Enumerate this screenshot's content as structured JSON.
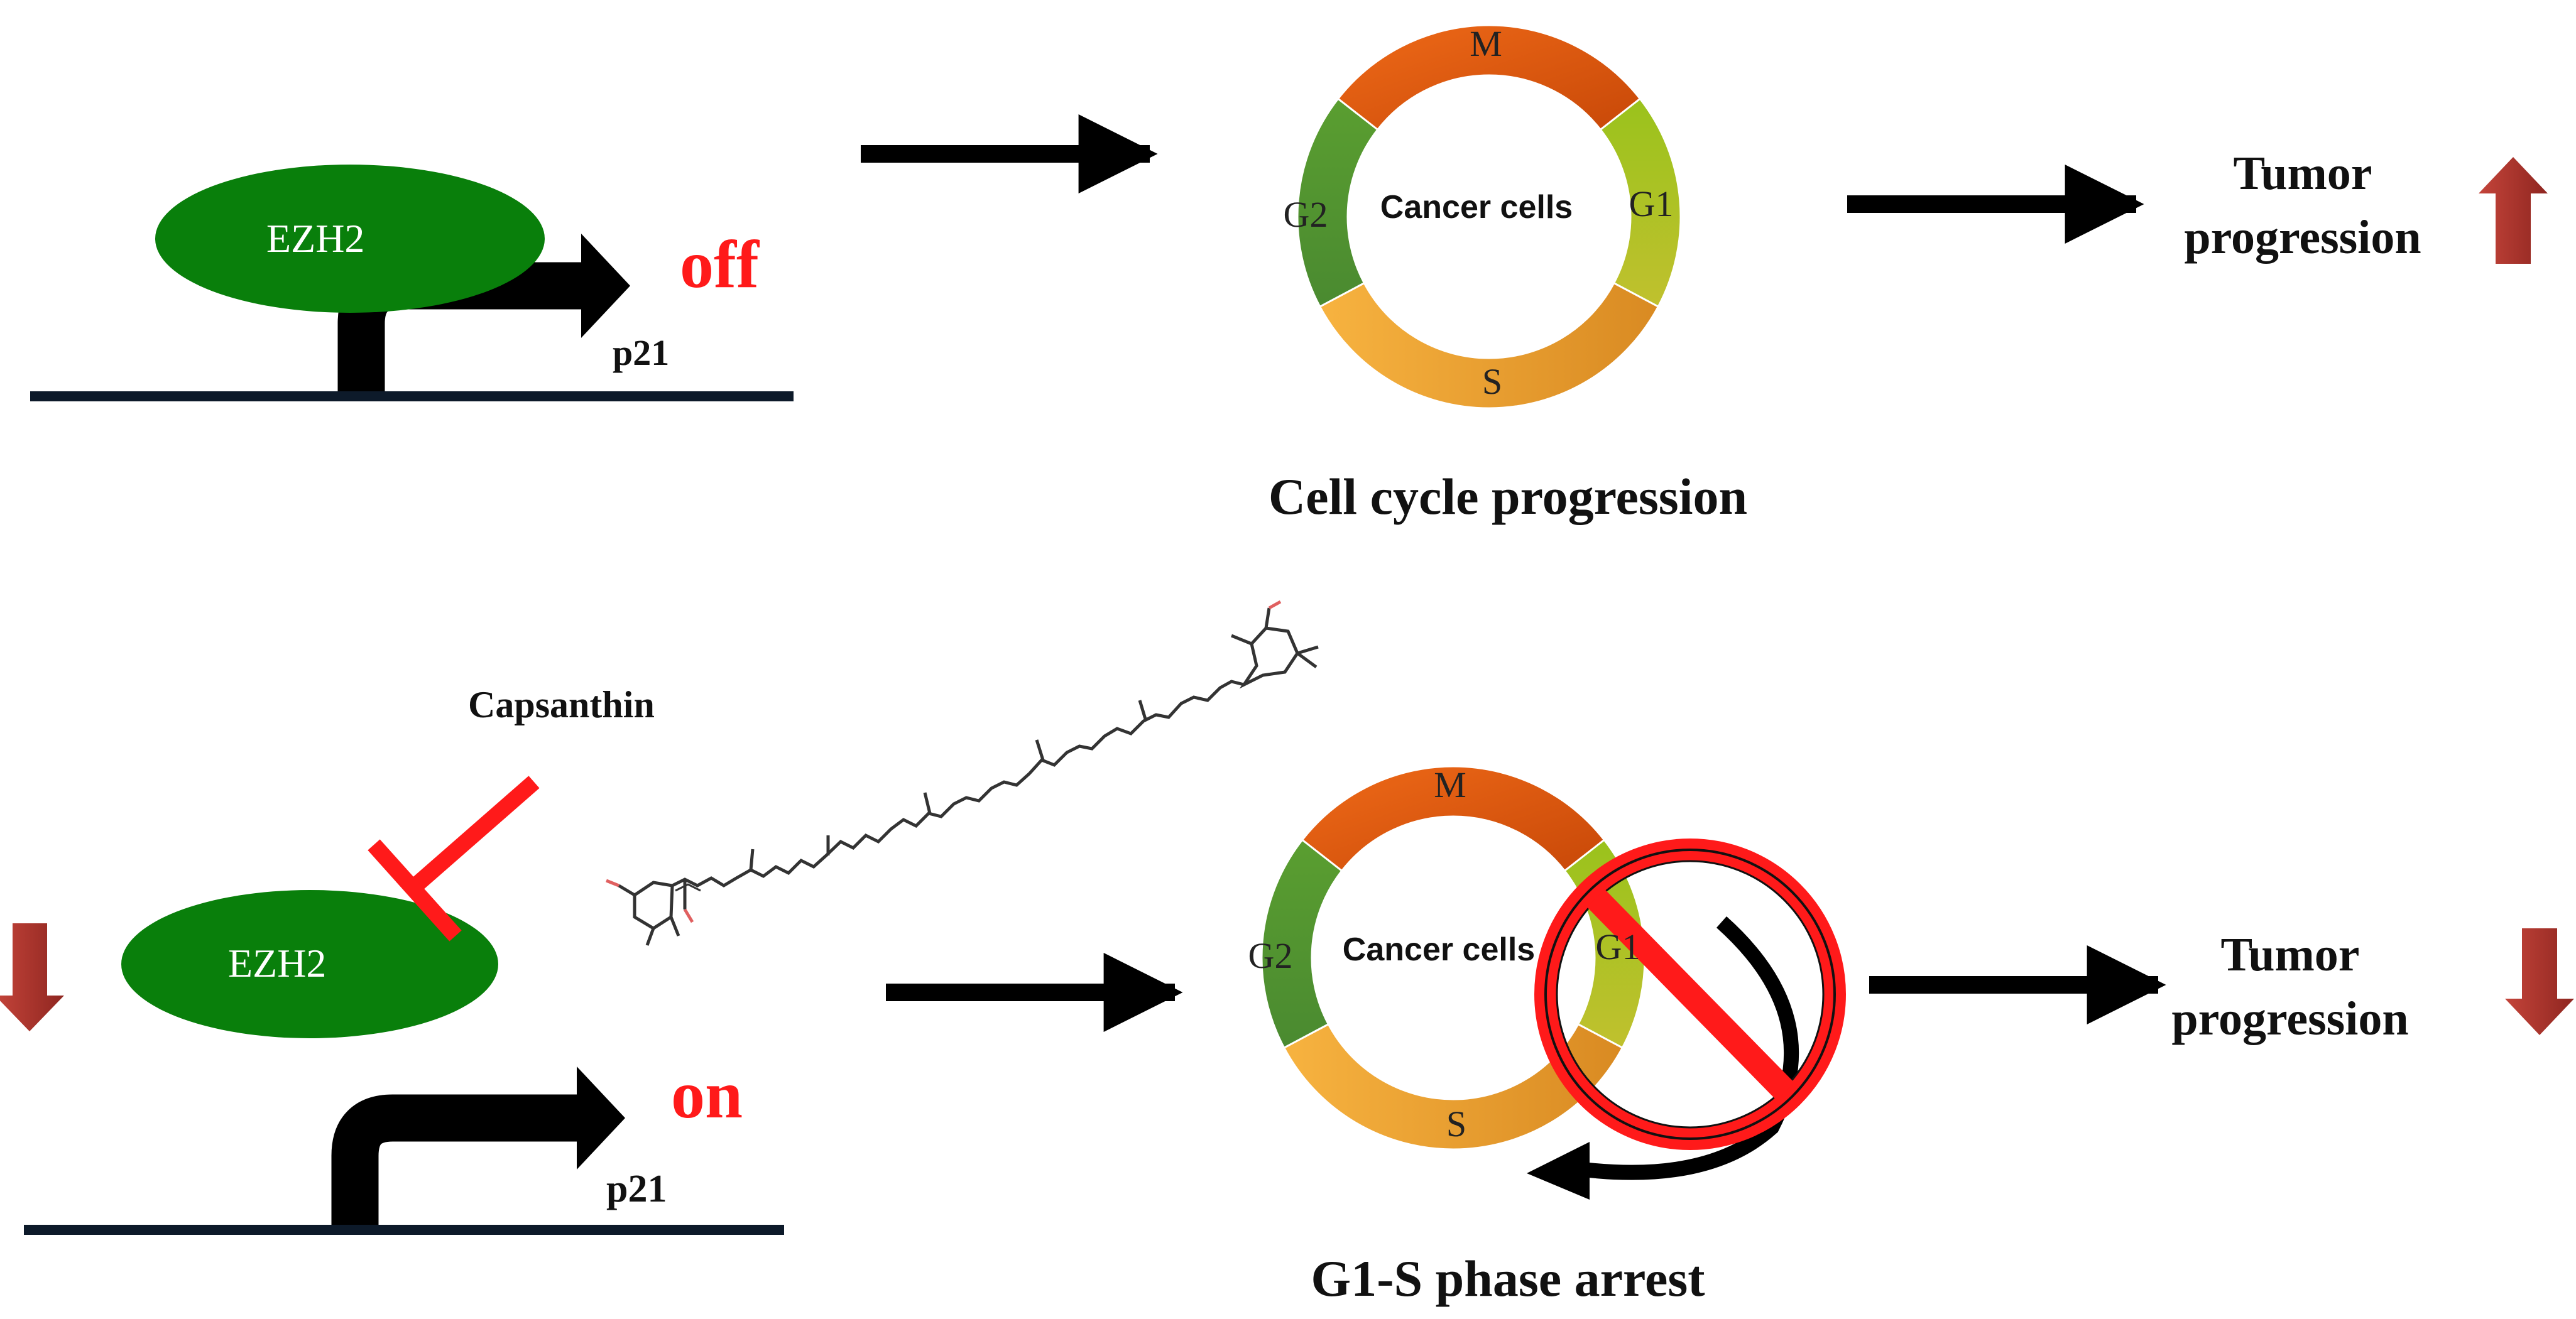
{
  "top_panel": {
    "protein_label": "EZH2",
    "gene_label": "p21",
    "gene_state": "off",
    "cycle": {
      "center_label": "Cancer cells",
      "phases": [
        "M",
        "G1",
        "S",
        "G2"
      ]
    },
    "cycle_caption": "Cell cycle progression",
    "outcome_line1": "Tumor",
    "outcome_line2": "progression",
    "outcome_direction": "up"
  },
  "bottom_panel": {
    "compound_label": "Capsanthin",
    "protein_label": "EZH2",
    "protein_level": "down",
    "gene_label": "p21",
    "gene_state": "on",
    "cycle": {
      "center_label": "Cancer cells",
      "phases": [
        "M",
        "G1",
        "S",
        "G2"
      ]
    },
    "cycle_caption": "G1-S phase arrest",
    "outcome_line1": "Tumor",
    "outcome_line2": "progression",
    "outcome_direction": "down"
  },
  "colors": {
    "ezh2": "#097f0b",
    "inhibition": "#ff1a1a",
    "state_text": "#ff1a1a",
    "up_down_arrow": "#a8322a",
    "phase_M": "#e85a10",
    "phase_G1": "#a6c324",
    "phase_S": "#f2a030",
    "phase_G2": "#4f9434"
  },
  "icons": [
    "prohibition-icon",
    "curved-arrow-icon",
    "red-up-arrow-icon",
    "red-down-arrow-icon",
    "capsanthin-structure-icon"
  ]
}
